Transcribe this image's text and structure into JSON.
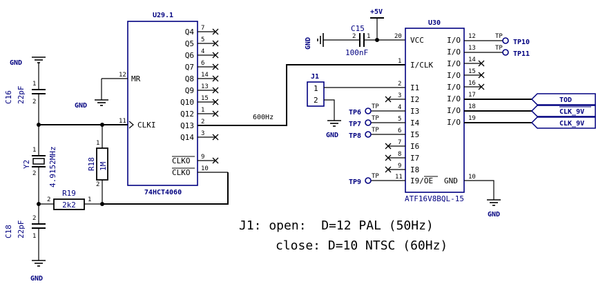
{
  "u291": {
    "ref": "U29.1",
    "part": "74HCT4060",
    "mr": "MR",
    "clki": "CLKI",
    "clko": "CLKO",
    "clko_bar": "CLKO",
    "outputs": [
      "Q4",
      "Q5",
      "Q6",
      "Q7",
      "Q8",
      "Q9",
      "Q10",
      "Q12",
      "Q13",
      "Q14"
    ],
    "output_pins": [
      "7",
      "5",
      "4",
      "6",
      "14",
      "13",
      "15",
      "1",
      "2",
      "3"
    ],
    "pin_mr": "12",
    "pin_clki": "11",
    "pin_clko": "9",
    "pin_clkobar": "10"
  },
  "u30": {
    "ref": "U30",
    "part": "ATF16V8BQL-15",
    "vcc": "VCC",
    "gnd": "GND",
    "left_pins": [
      {
        "num": "1",
        "name": "I/CLK"
      },
      {
        "num": "2",
        "name": "I1"
      },
      {
        "num": "3",
        "name": "I2"
      },
      {
        "num": "4",
        "name": "I3"
      },
      {
        "num": "5",
        "name": "I4"
      },
      {
        "num": "6",
        "name": "I5"
      },
      {
        "num": "7",
        "name": "I6"
      },
      {
        "num": "8",
        "name": "I7"
      },
      {
        "num": "9",
        "name": "I8"
      },
      {
        "num": "11",
        "name": "I9/OE"
      }
    ],
    "right_pins": [
      {
        "num": "12",
        "name": "I/O"
      },
      {
        "num": "13",
        "name": "I/O"
      },
      {
        "num": "14",
        "name": "I/O"
      },
      {
        "num": "15",
        "name": "I/O"
      },
      {
        "num": "16",
        "name": "I/O"
      },
      {
        "num": "17",
        "name": "I/O"
      },
      {
        "num": "18",
        "name": "I/O"
      },
      {
        "num": "19",
        "name": "I/O"
      }
    ],
    "pin_vcc": "20",
    "pin_gnd": "10"
  },
  "j1": {
    "ref": "J1",
    "pin1": "1",
    "pin2": "2"
  },
  "c15": {
    "ref": "C15",
    "value": "100nF",
    "pin1": "1",
    "pin2": "2"
  },
  "c16": {
    "ref": "C16",
    "value": "22pF",
    "pin1": "1",
    "pin2": "2"
  },
  "c18": {
    "ref": "C18",
    "value": "22pF",
    "pin1": "1",
    "pin2": "2"
  },
  "y2": {
    "ref": "Y2",
    "value": "4.9152MHz",
    "pin1": "1",
    "pin2": "2"
  },
  "r18": {
    "ref": "R18",
    "value": "1M",
    "pin1": "1",
    "pin2": "2"
  },
  "r19": {
    "ref": "R19",
    "value": "2k2",
    "pin1": "1",
    "pin2": "2"
  },
  "power": {
    "plus5v": "+5V",
    "gnd": "GND"
  },
  "testpoints": {
    "tp_label": "TP",
    "tp6": "TP6",
    "tp7": "TP7",
    "tp8": "TP8",
    "tp9": "TP9",
    "tp10": "TP10",
    "tp11": "TP11"
  },
  "nets": {
    "f600": "600Hz",
    "tod": "TOD",
    "clk9v_bar": "CLK_9V",
    "clk9v": "CLK_9V"
  },
  "note": {
    "line1": "J1: open:  D=12 PAL (50Hz)",
    "line2": "close: D=10 NTSC (60Hz)"
  }
}
